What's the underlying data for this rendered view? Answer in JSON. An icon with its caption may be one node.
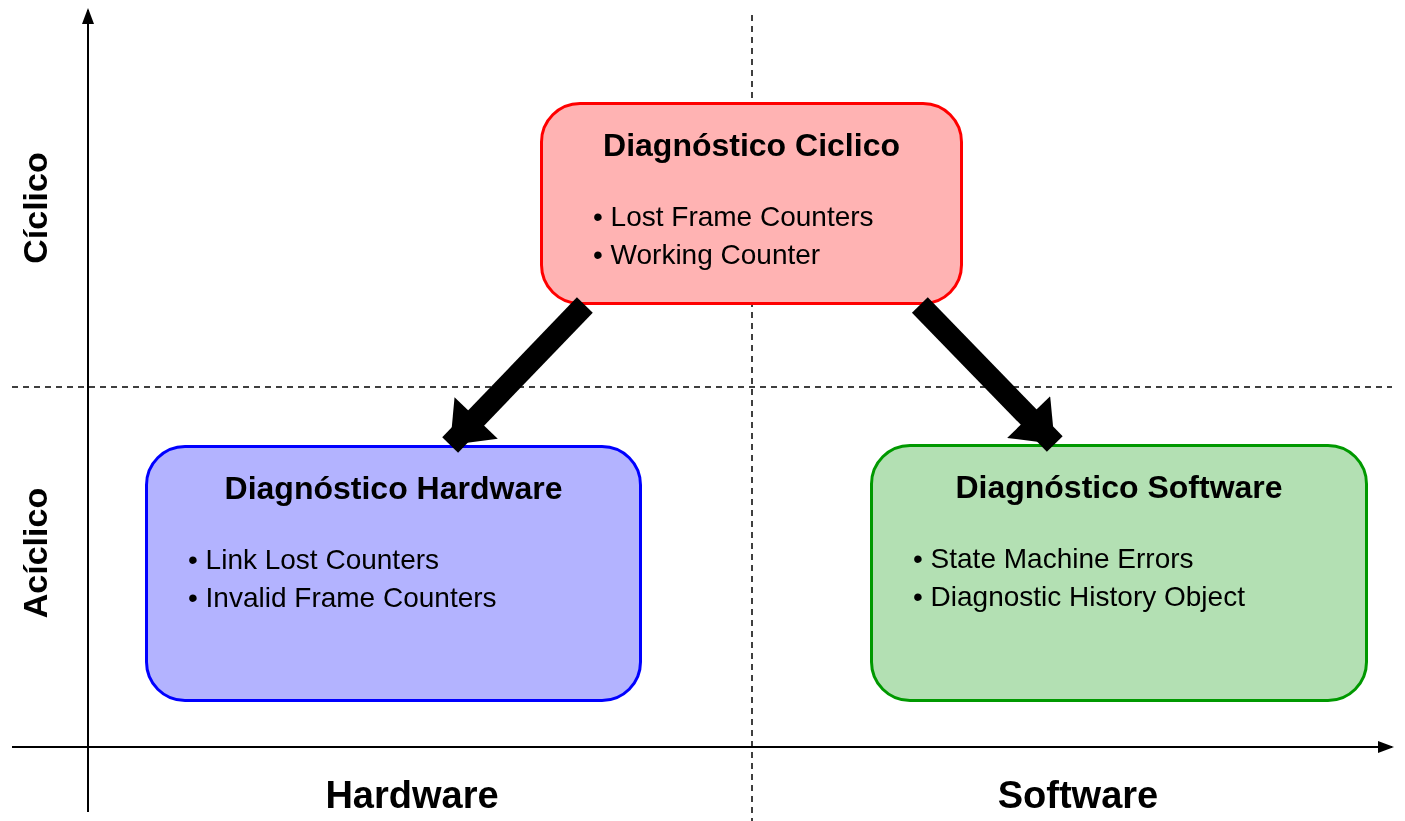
{
  "diagram": {
    "nodes": [
      {
        "text": [
          "Diagnóstico Ciclico",
          "• Lost Frame Counters",
          "• Working Counter"
        ]
      },
      {
        "text": [
          "Diagnóstico Hardware",
          "• Link Lost Counters",
          "• Invalid Frame Counters"
        ]
      },
      {
        "text": [
          "Diagnóstico Software",
          "• State Machine Errors",
          "• Diagnostic History Object"
        ]
      }
    ],
    "edges": [
      {
        "from": 0,
        "to": 1,
        "arrow": "to"
      },
      {
        "from": 0,
        "to": 2,
        "arrow": "to"
      }
    ],
    "labels": [
      "Cíclico",
      "Acíclico",
      "Hardware",
      "Software"
    ]
  }
}
